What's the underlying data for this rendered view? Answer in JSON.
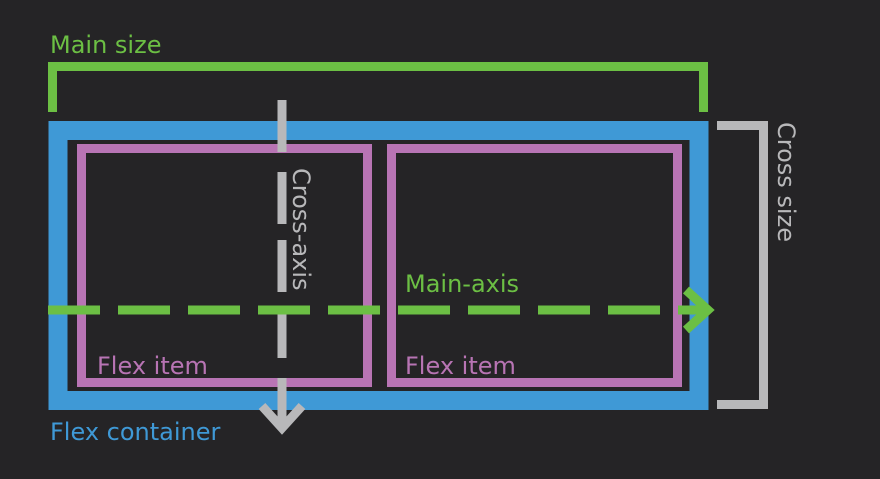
{
  "labels": {
    "main_size": "Main size",
    "cross_size": "Cross size",
    "main_axis": "Main-axis",
    "cross_axis": "Cross-axis",
    "flex_item_1": "Flex item",
    "flex_item_2": "Flex item",
    "flex_container": "Flex container"
  },
  "colors": {
    "background": "#252426",
    "main": "#6cbf44",
    "cross": "#b8b8ba",
    "container": "#3f99d6",
    "item": "#b874b4"
  }
}
